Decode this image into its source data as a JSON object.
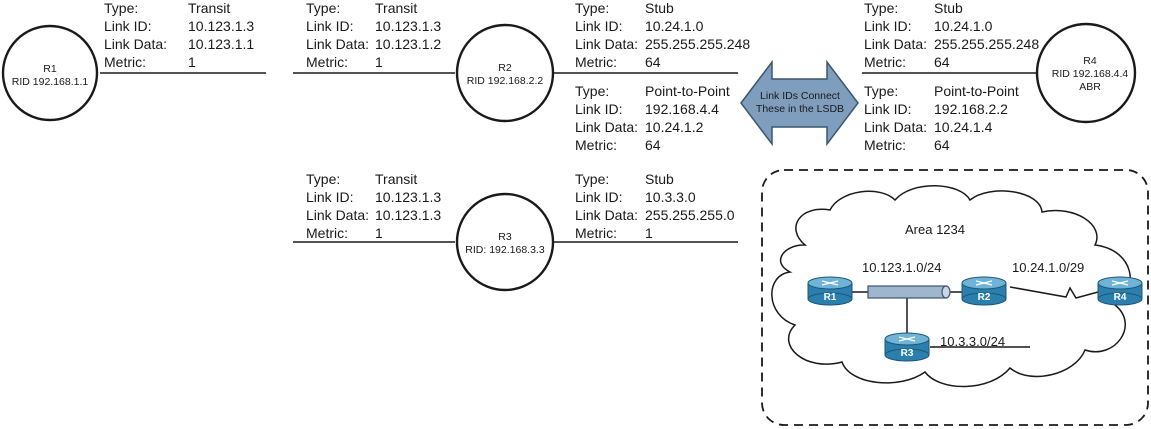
{
  "routers": [
    {
      "id": "r1",
      "name": "R1",
      "rid": "RID 192.168.1.1",
      "extra": ""
    },
    {
      "id": "r2",
      "name": "R2",
      "rid": "RID 192.168.2.2",
      "extra": ""
    },
    {
      "id": "r3",
      "name": "R3",
      "rid": "RID:  192.168.3.3",
      "extra": ""
    },
    {
      "id": "r4",
      "name": "R4",
      "rid": "RID 192.168.4.4",
      "extra": "ABR"
    }
  ],
  "field_labels": {
    "type": "Type:",
    "link_id": "Link ID:",
    "link_data": "Link Data:",
    "metric": "Metric:"
  },
  "links": [
    {
      "id": "r1-transit",
      "type": "Transit",
      "link_id": "10.123.1.3",
      "link_data": "10.123.1.1",
      "metric": "1"
    },
    {
      "id": "r2-transit",
      "type": "Transit",
      "link_id": "10.123.1.3",
      "link_data": "10.123.1.2",
      "metric": "1"
    },
    {
      "id": "r2-stub",
      "type": "Stub",
      "link_id": "10.24.1.0",
      "link_data": "255.255.255.248",
      "metric": "64"
    },
    {
      "id": "r2-p2p",
      "type": "Point-to-Point",
      "link_id": "192.168.4.4",
      "link_data": "10.24.1.2",
      "metric": "64"
    },
    {
      "id": "r4-stub",
      "type": "Stub",
      "link_id": "10.24.1.0",
      "link_data": "255.255.255.248",
      "metric": "64"
    },
    {
      "id": "r4-p2p",
      "type": "Point-to-Point",
      "link_id": "192.168.2.2",
      "link_data": "10.24.1.4",
      "metric": "64"
    },
    {
      "id": "r3-transit",
      "type": "Transit",
      "link_id": "10.123.1.3",
      "link_data": "10.123.1.3",
      "metric": "1"
    },
    {
      "id": "r3-stub",
      "type": "Stub",
      "link_id": "10.3.3.0",
      "link_data": "255.255.255.0",
      "metric": "1"
    }
  ],
  "arrow": {
    "line1": "Link IDs Connect",
    "line2": "These in the LSDB"
  },
  "topology": {
    "area": "Area 1234",
    "net_transit": "10.123.1.0/24",
    "net_p2p": "10.24.1.0/29",
    "net_stub": "10.3.3.0/24",
    "routers": [
      "R1",
      "R2",
      "R3",
      "R4"
    ]
  },
  "colors": {
    "router_fill": "#2b7fae",
    "router_top": "#6fb3d6",
    "arrow_fill": "#7f9dbd",
    "switch_fill": "#9fb6cf"
  }
}
